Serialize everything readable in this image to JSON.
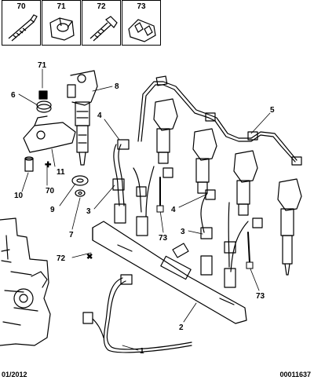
{
  "legend": [
    {
      "num": "70",
      "icon": "screw-icon"
    },
    {
      "num": "71",
      "icon": "nut-icon"
    },
    {
      "num": "72",
      "icon": "bolt-icon"
    },
    {
      "num": "73",
      "icon": "clip-icon"
    }
  ],
  "callouts": {
    "c71": "71",
    "c8": "8",
    "c6": "6",
    "c4a": "4",
    "c5": "5",
    "c11": "11",
    "c10": "10",
    "c70": "70",
    "c9": "9",
    "c3a": "3",
    "c4b": "4",
    "c7": "7",
    "c73a": "73",
    "c3b": "3",
    "c72": "72",
    "c73b": "73",
    "c2": "2",
    "c1": "1"
  },
  "footer": {
    "date": "01/2012",
    "ref": "00011637"
  }
}
